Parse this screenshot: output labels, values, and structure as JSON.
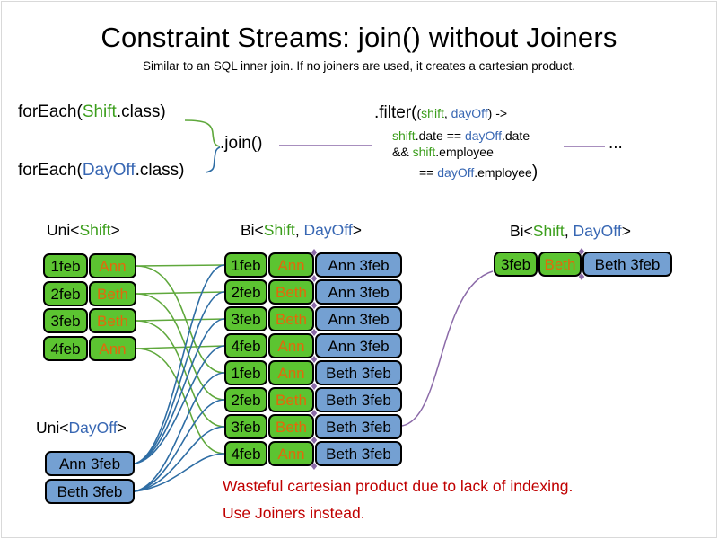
{
  "title": "Constraint Streams: join() without Joiners",
  "subtitle": "Similar to an SQL inner join. If no joiners are used, it creates a cartesian product.",
  "code": {
    "foreach_shift": [
      {
        "t": "forEach("
      },
      {
        "t": "Shift",
        "c": "green"
      },
      {
        "t": ".class)"
      }
    ],
    "foreach_dayoff": [
      {
        "t": "forEach("
      },
      {
        "t": "DayOff",
        "c": "blue"
      },
      {
        "t": ".class)"
      }
    ],
    "join_label": ".join()",
    "filter_head_big": ".filter(",
    "filter_head_rest": [
      {
        "t": "("
      },
      {
        "t": "shift",
        "c": "green"
      },
      {
        "t": ", "
      },
      {
        "t": "dayOff",
        "c": "blue"
      },
      {
        "t": ") ->"
      }
    ],
    "filter_line2": [
      {
        "t": "shift",
        "c": "green"
      },
      {
        "t": ".date == "
      },
      {
        "t": "dayOff",
        "c": "blue"
      },
      {
        "t": ".date"
      }
    ],
    "filter_line3": [
      {
        "t": "&& "
      },
      {
        "t": "shift",
        "c": "green"
      },
      {
        "t": ".employee"
      }
    ],
    "filter_line4": [
      {
        "t": "== "
      },
      {
        "t": "dayOff",
        "c": "blue"
      },
      {
        "t": ".employee"
      }
    ],
    "filter_close": ")",
    "ellipsis": "..."
  },
  "labels": {
    "uni_shift": [
      {
        "t": "Uni<"
      },
      {
        "t": "Shift",
        "c": "green"
      },
      {
        "t": ">"
      }
    ],
    "bi_mid": [
      {
        "t": "Bi<"
      },
      {
        "t": "Shift",
        "c": "green"
      },
      {
        "t": ", "
      },
      {
        "t": "DayOff",
        "c": "blue"
      },
      {
        "t": ">"
      }
    ],
    "bi_right": [
      {
        "t": "Bi<"
      },
      {
        "t": "Shift",
        "c": "green"
      },
      {
        "t": ", "
      },
      {
        "t": "DayOff",
        "c": "blue"
      },
      {
        "t": ">"
      }
    ],
    "uni_dayoff": [
      {
        "t": "Uni<"
      },
      {
        "t": "DayOff",
        "c": "blue"
      },
      {
        "t": ">"
      }
    ]
  },
  "shift_rows": [
    {
      "date": "1feb",
      "employee": "Ann"
    },
    {
      "date": "2feb",
      "employee": "Beth"
    },
    {
      "date": "3feb",
      "employee": "Beth"
    },
    {
      "date": "4feb",
      "employee": "Ann"
    }
  ],
  "dayoff_rows": [
    "Ann 3feb",
    "Beth 3feb"
  ],
  "joined_rows": [
    {
      "date": "1feb",
      "employee": "Ann",
      "dayoff": "Ann 3feb"
    },
    {
      "date": "2feb",
      "employee": "Beth",
      "dayoff": "Ann 3feb"
    },
    {
      "date": "3feb",
      "employee": "Beth",
      "dayoff": "Ann 3feb"
    },
    {
      "date": "4feb",
      "employee": "Ann",
      "dayoff": "Ann 3feb"
    },
    {
      "date": "1feb",
      "employee": "Ann",
      "dayoff": "Beth 3feb"
    },
    {
      "date": "2feb",
      "employee": "Beth",
      "dayoff": "Beth 3feb"
    },
    {
      "date": "3feb",
      "employee": "Beth",
      "dayoff": "Beth 3feb"
    },
    {
      "date": "4feb",
      "employee": "Ann",
      "dayoff": "Beth 3feb"
    }
  ],
  "result_rows": [
    {
      "date": "3feb",
      "employee": "Beth",
      "dayoff": "Beth 3feb"
    }
  ],
  "warning": {
    "line1": "Wasteful cartesian product due to lack of indexing.",
    "line2": "Use Joiners instead."
  },
  "colors": {
    "green_fill": "#5cc431",
    "blue_fill": "#74a0d2",
    "green_text": "#3b9e1b",
    "blue_text": "#3867b3",
    "orange_text": "#e2690b",
    "warning_red": "#c00000",
    "purple_line": "#8b6aa8",
    "green_line": "#5fa83c",
    "blue_line": "#2e6da4",
    "border_black": "#000000"
  }
}
